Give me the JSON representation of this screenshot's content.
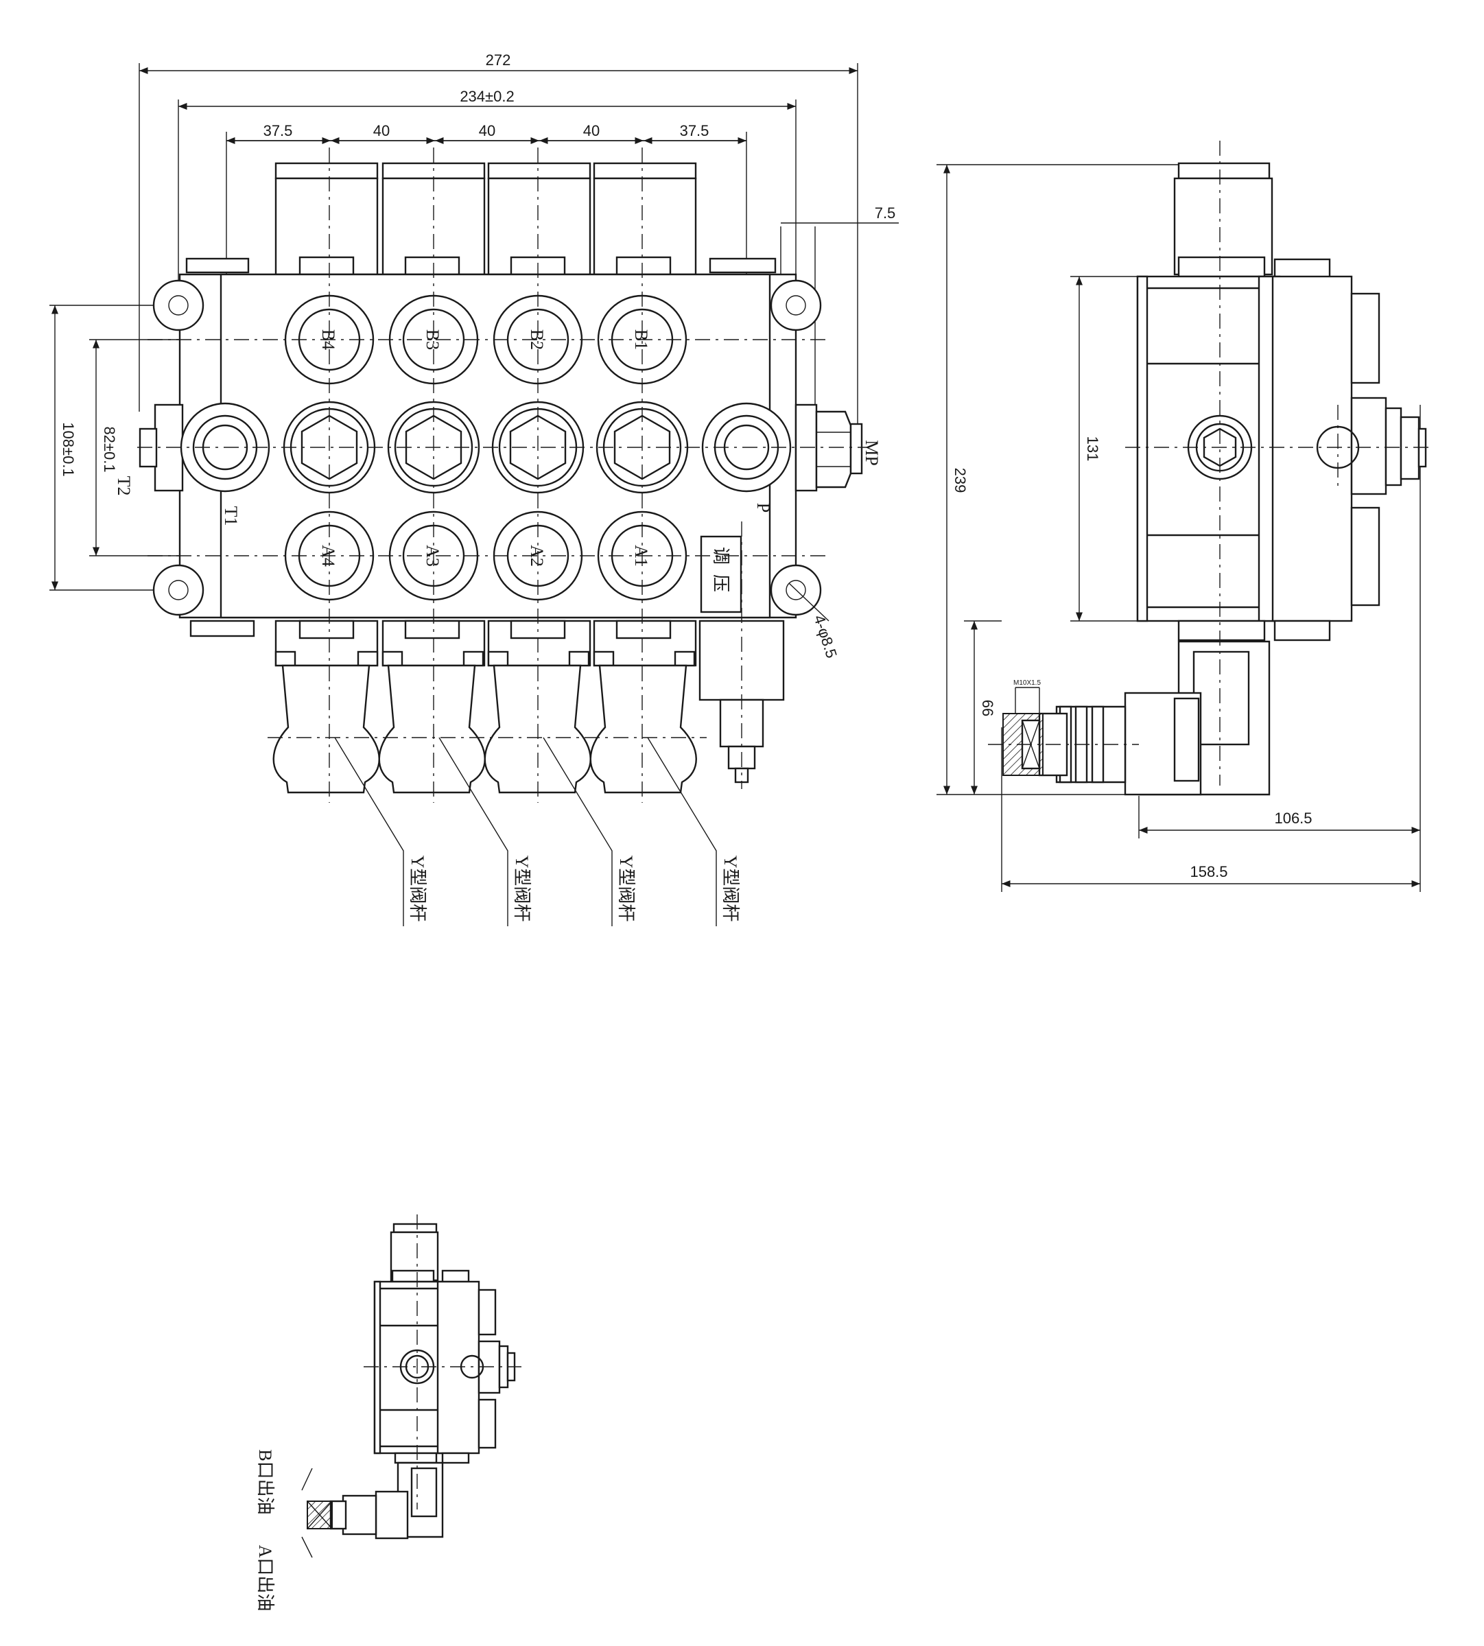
{
  "front_view": {
    "dimensions": {
      "overall_width": "272",
      "hole_spacing": "234±0.2",
      "spool_pitch_1": "37.5",
      "spool_pitch_2": "40",
      "spool_pitch_3": "40",
      "spool_pitch_4": "40",
      "spool_pitch_5": "37.5",
      "offset": "7.5",
      "height_outer": "108±0.1",
      "height_inner": "82±0.1",
      "mount_holes": "4-φ8.5"
    },
    "ports": {
      "b4": "B4",
      "b3": "B3",
      "b2": "B2",
      "b1": "B1",
      "a4": "A4",
      "a3": "A3",
      "a2": "A2",
      "a1": "A1",
      "t2": "T2",
      "t1": "T1",
      "p": "P",
      "mp": "MP"
    },
    "relief_label": "调压",
    "spool_labels": [
      "Y型阀杆",
      "Y型阀杆",
      "Y型阀杆",
      "Y型阀杆"
    ]
  },
  "side_view": {
    "dimensions": {
      "overall_height": "239",
      "body_height": "131",
      "bottom_height": "66",
      "thread": "M10X1.5",
      "depth_1": "106.5",
      "depth_2": "158.5"
    }
  },
  "small_view": {
    "b_outlet": "B口出油",
    "a_outlet": "A口出油"
  }
}
